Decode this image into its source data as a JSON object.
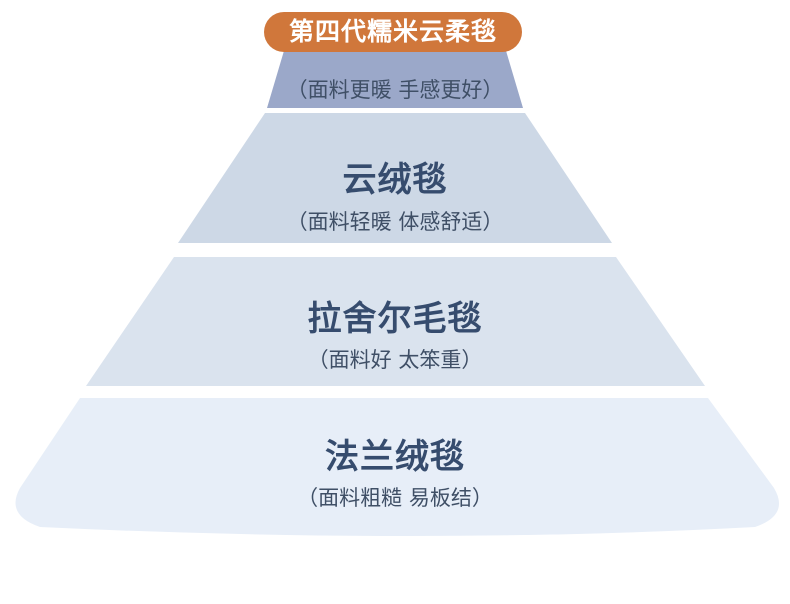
{
  "tiers": [
    {
      "title": "第四代糯米云柔毯",
      "subtitle": "（面料更暖 手感更好）",
      "fill": "#9ba8c9",
      "badge_color": "#d0773b"
    },
    {
      "title": "云绒毯",
      "subtitle": "（面料轻暖 体感舒适）",
      "fill": "#cdd8e6"
    },
    {
      "title": "拉舍尔毛毯",
      "subtitle": "（面料好 太笨重）",
      "fill": "#dae3ee"
    },
    {
      "title": "法兰绒毯",
      "subtitle": "（面料粗糙 易板结）",
      "fill": "#e7eef8"
    }
  ]
}
